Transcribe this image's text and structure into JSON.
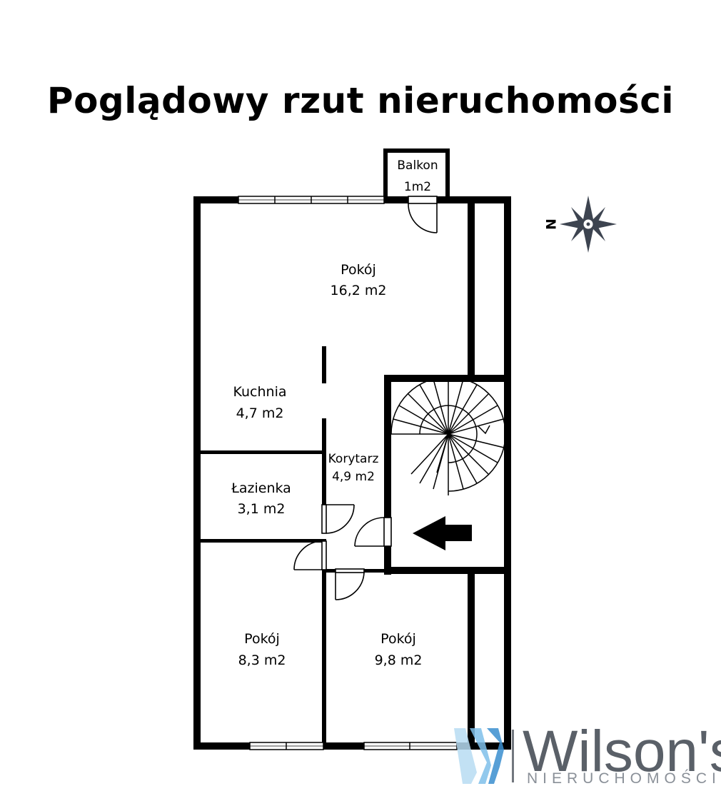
{
  "title": "Poglądowy rzut nieruchomości",
  "rooms": [
    {
      "id": "balkon",
      "name": "Balkon",
      "area": "1m2"
    },
    {
      "id": "pokoj-main",
      "name": "Pokój",
      "area": "16,2 m2"
    },
    {
      "id": "kuchnia",
      "name": "Kuchnia",
      "area": "4,7 m2"
    },
    {
      "id": "korytarz",
      "name": "Korytarz",
      "area": "4,9 m2"
    },
    {
      "id": "lazienka",
      "name": "Łazienka",
      "area": "3,1 m2"
    },
    {
      "id": "pokoj-left",
      "name": "Pokój",
      "area": "8,3 m2"
    },
    {
      "id": "pokoj-right",
      "name": "Pokój",
      "area": "9,8 m2"
    }
  ],
  "compass": {
    "north_letter": "N",
    "color": "#3d4450"
  },
  "brand": {
    "name": "Wilson's",
    "tagline": "NIERUCHOMOŚCI",
    "color": "#5a6068",
    "accent": "#3a8fd0"
  },
  "colors": {
    "wall": "#000000",
    "window": "#ffffff"
  }
}
